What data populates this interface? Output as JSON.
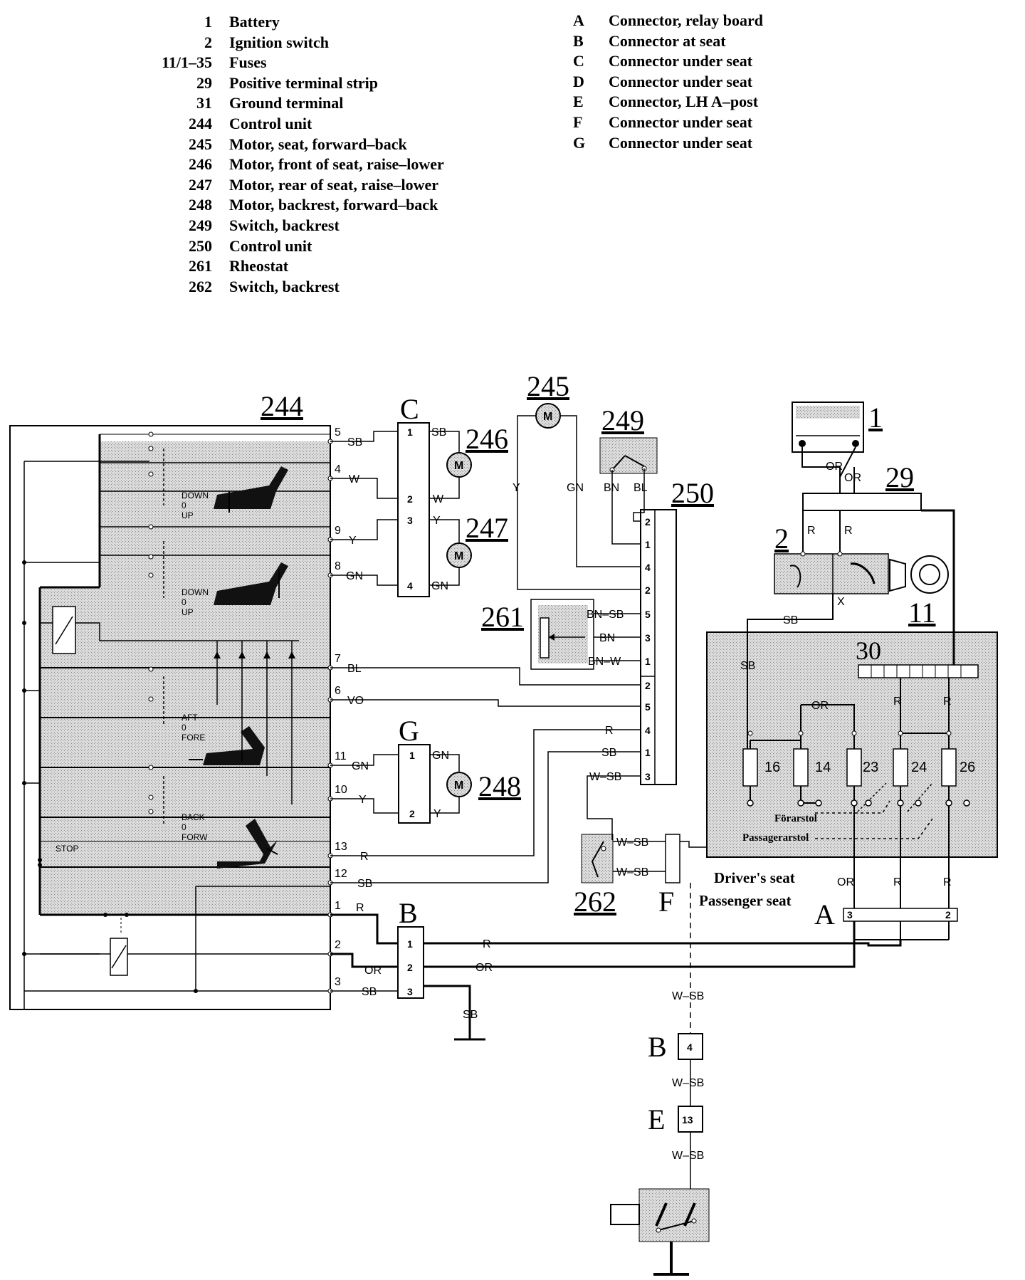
{
  "legend_components": [
    {
      "code": "1",
      "desc": "Battery"
    },
    {
      "code": "2",
      "desc": "Ignition switch"
    },
    {
      "code": "11/1–35",
      "desc": "Fuses"
    },
    {
      "code": "29",
      "desc": "Positive terminal strip"
    },
    {
      "code": "31",
      "desc": "Ground terminal"
    },
    {
      "code": "244",
      "desc": "Control unit"
    },
    {
      "code": "245",
      "desc": "Motor, seat, forward–back"
    },
    {
      "code": "246",
      "desc": "Motor, front of seat, raise–lower"
    },
    {
      "code": "247",
      "desc": "Motor, rear of seat, raise–lower"
    },
    {
      "code": "248",
      "desc": "Motor, backrest, forward–back"
    },
    {
      "code": "249",
      "desc": "Switch, backrest"
    },
    {
      "code": "250",
      "desc": "Control unit"
    },
    {
      "code": "261",
      "desc": "Rheostat"
    },
    {
      "code": "262",
      "desc": "Switch, backrest"
    }
  ],
  "legend_connectors": [
    {
      "code": "A",
      "desc": "Connector, relay board"
    },
    {
      "code": "B",
      "desc": "Connector at seat"
    },
    {
      "code": "C",
      "desc": "Connector under seat"
    },
    {
      "code": "D",
      "desc": "Connector under seat"
    },
    {
      "code": "E",
      "desc": "Connector, LH A–post"
    },
    {
      "code": "F",
      "desc": "Connector under seat"
    },
    {
      "code": "G",
      "desc": "Connector under seat"
    }
  ],
  "labels": {
    "c244": "244",
    "c245": "245",
    "c246": "246",
    "c247": "247",
    "c248": "248",
    "c249": "249",
    "c250": "250",
    "c261": "261",
    "c262": "262",
    "c1": "1",
    "c2": "2",
    "c11": "11",
    "c29": "29",
    "c30": "30",
    "connC": "C",
    "connG": "G",
    "connB": "B",
    "connF": "F",
    "connA": "A",
    "connB2": "B",
    "connE": "E",
    "motor": "M",
    "drivers_seat": "Driver's seat",
    "passenger_seat": "Passenger seat",
    "forarstol": "Förarstol",
    "passagerarstol": "Passagerarstol",
    "down": "DOWN",
    "zero": "0",
    "up": "UP",
    "aft": "AFT",
    "fore": "FORE",
    "back": "BACK",
    "forw": "FORW",
    "stop": "STOP",
    "fuse16": "16",
    "fuse14": "14",
    "fuse23": "23",
    "fuse24": "24",
    "fuse26": "26",
    "b4": "4",
    "e13": "13",
    "x": "X"
  },
  "wires": {
    "SB": "SB",
    "W": "W",
    "Y": "Y",
    "GN": "GN",
    "BL": "BL",
    "VO": "VO",
    "R": "R",
    "OR": "OR",
    "BN": "BN",
    "BNSB": "BN–SB",
    "BNW": "BN–W",
    "WSB": "W–SB"
  },
  "pins": {
    "p1": "1",
    "p2": "2",
    "p3": "3",
    "p4": "4",
    "p5": "5",
    "p6": "6",
    "p7": "7",
    "p8": "8",
    "p9": "9",
    "p10": "10",
    "p11": "11",
    "p12": "12",
    "p13": "13"
  }
}
